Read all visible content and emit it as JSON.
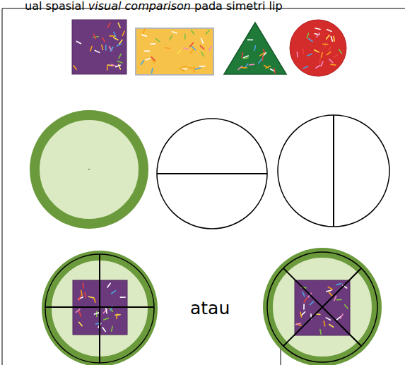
{
  "diagram": {
    "labels": [
      "ual spasial",
      "visual comparison",
      "pada simetri lip",
      "atau"
    ]
  }
}
